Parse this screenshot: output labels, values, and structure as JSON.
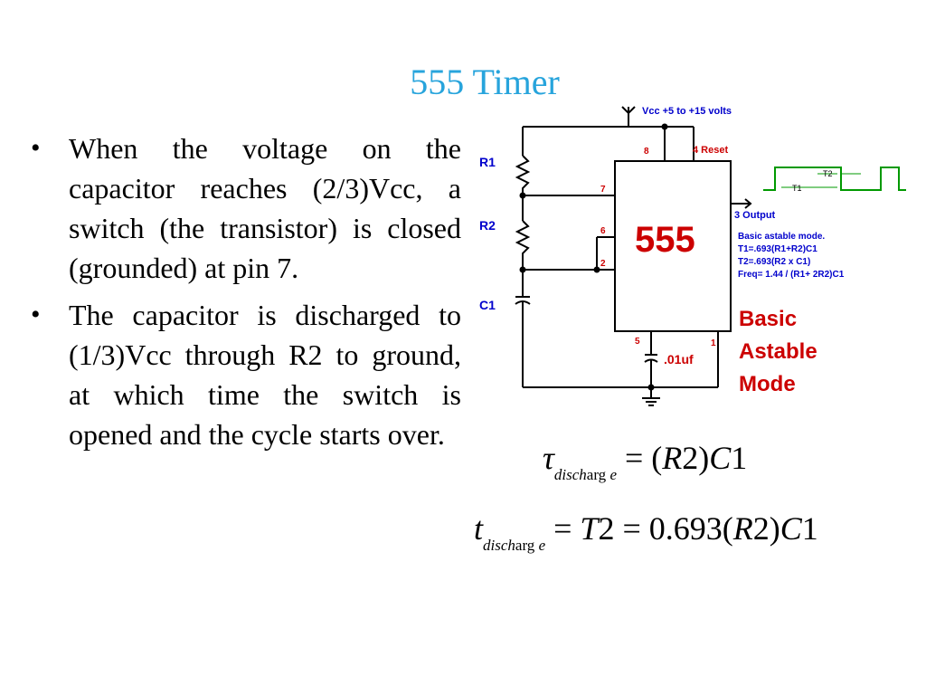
{
  "title": "555 Timer",
  "bullets": [
    "When the voltage on the capacitor reaches (2/3)Vcc, a switch (the transistor) is closed (grounded) at pin 7.",
    "The capacitor is discharged to (1/3)Vcc through R2 to ground, at which time the switch is opened and the cycle starts over."
  ],
  "bullet_symbol": "•",
  "circuit": {
    "vcc_label": "Vcc +5 to +15 volts",
    "r1": "R1",
    "r2": "R2",
    "c1": "C1",
    "chip": "555",
    "pin8": "8",
    "pin4": "4 Reset",
    "pin7": "7",
    "pin6": "6",
    "pin2": "2",
    "pin3": "3  Output",
    "pin5": "5",
    "pin1": "1",
    "cap_small": ".01uf",
    "t1": "T1",
    "t2": "T2",
    "info_title": "Basic astable mode.",
    "info_t1": "T1=.693(R1+R2)C1",
    "info_t2": "T2=.693(R2 x C1)",
    "info_freq": "Freq= 1.44 / (R1+ 2R2)C1",
    "caption_1": "Basic",
    "caption_2": "Astable",
    "caption_3": "Mode",
    "colors": {
      "wire": "#000000",
      "pin_label": "#cc0000",
      "caption": "#cc0000",
      "info": "#0000cc",
      "waveform": "#009900"
    }
  },
  "equations": {
    "eq1": {
      "symbol": "τ",
      "sub_italic": "disch",
      "sub_roman": "arg",
      "sub_tail": "e",
      "rhs_prefix": "= (",
      "rhs_r": "R",
      "rhs_mid": "2)",
      "rhs_c": "C",
      "rhs_end": "1"
    },
    "eq2": {
      "symbol": "t",
      "sub_italic": "disch",
      "sub_roman": "arg",
      "sub_tail": "e",
      "rhs_prefix": "= ",
      "rhs_t": "T",
      "rhs_mid1": "2 = 0.693(",
      "rhs_r": "R",
      "rhs_mid2": "2)",
      "rhs_c": "C",
      "rhs_end": "1"
    }
  }
}
